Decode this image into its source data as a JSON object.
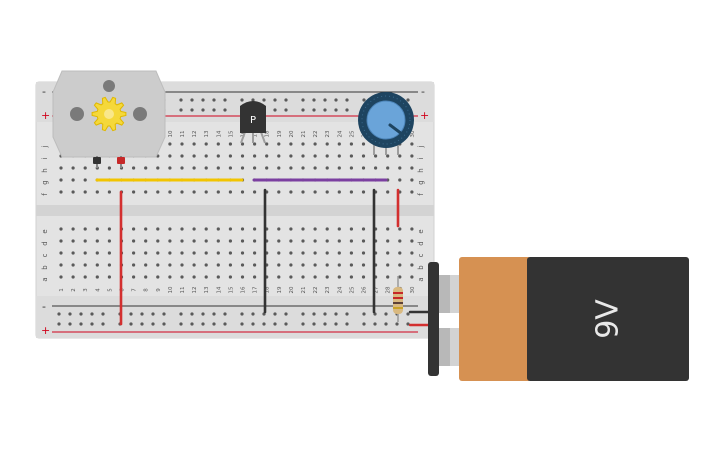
{
  "colors": {
    "rail_red": "#d0021b",
    "rail_dark": "#333333",
    "wire_red": "#d32f2f",
    "wire_black": "#333333",
    "wire_yellow": "#f2c400",
    "wire_purple": "#7b3fa0",
    "battery_copper": "#d69152",
    "battery_body": "#333333",
    "motor_body": "#cccccc",
    "gear": "#f5d83a",
    "pot_ring": "#1e4460",
    "pot_knob": "#6aa4d9"
  },
  "breadboard": {
    "rail_plus": "+",
    "rail_minus": "-",
    "upper_rows": [
      "j",
      "i",
      "h",
      "g",
      "f"
    ],
    "lower_rows": [
      "e",
      "d",
      "c",
      "b",
      "a"
    ],
    "columns": [
      "1",
      "2",
      "3",
      "4",
      "5",
      "6",
      "7",
      "8",
      "9",
      "10",
      "11",
      "12",
      "13",
      "14",
      "15",
      "16",
      "17",
      "18",
      "19",
      "20",
      "21",
      "22",
      "23",
      "24",
      "25",
      "26",
      "27",
      "28",
      "29",
      "30"
    ]
  },
  "components": {
    "transistor_label": "P",
    "battery_label": "9V",
    "motor_icon": "gear-icon",
    "potentiometer_icon": "knob-icon"
  }
}
